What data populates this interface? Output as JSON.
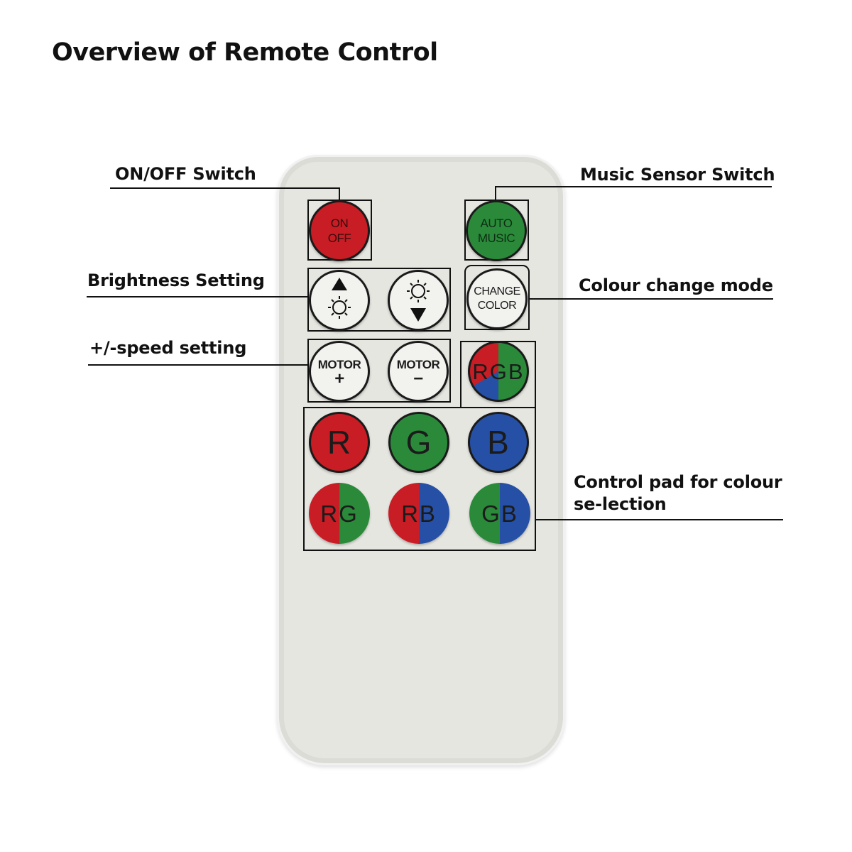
{
  "title": "Overview of Remote Control",
  "labels": {
    "on_off": "ON/OFF Switch",
    "music": "Music Sensor Switch",
    "brightness": "Brightness Setting",
    "colour_change": "Colour change mode",
    "speed": "+/-speed setting",
    "colour_pad": "Control pad for colour se-lection"
  },
  "buttons": {
    "on_off": {
      "line1": "ON",
      "line2": "OFF"
    },
    "auto_music": {
      "line1": "AUTO",
      "line2": "MUSIC"
    },
    "change_color": {
      "line1": "CHANGE",
      "line2": "COLOR"
    },
    "motor_plus": {
      "line1": "MOTOR",
      "line2": "+"
    },
    "motor_minus": {
      "line1": "MOTOR",
      "line2": "−"
    },
    "rgb": "RGB",
    "r": "R",
    "g": "G",
    "b": "B",
    "rg": {
      "left": "R",
      "right": "G"
    },
    "rb": {
      "left": "R",
      "right": "B"
    },
    "gb": {
      "left": "G",
      "right": "B"
    }
  },
  "icons": [
    "brightness-up-icon",
    "brightness-down-icon"
  ],
  "colors": {
    "red": "#c81d25",
    "green": "#2a8a3a",
    "blue": "#2550a6",
    "remote_body": "#e6e6e1",
    "button_white": "#f2f2ef"
  }
}
